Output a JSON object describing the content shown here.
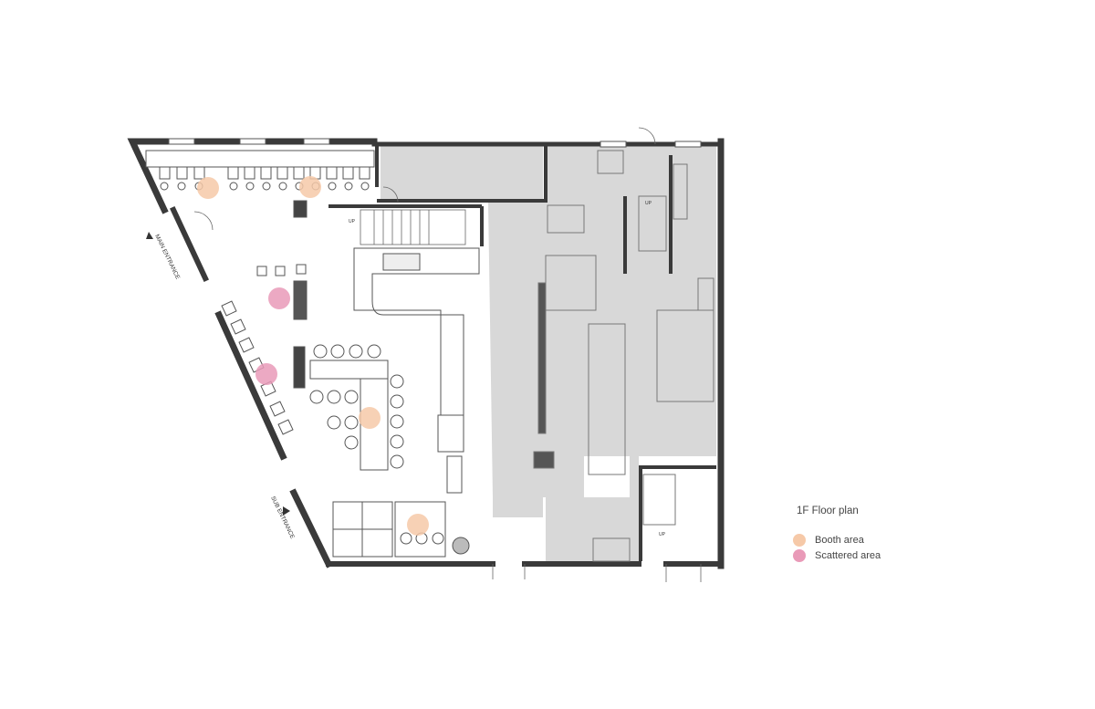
{
  "title": "1F  Floor plan",
  "legend": [
    {
      "label": "Booth area",
      "color": "#f6c9a8"
    },
    {
      "label": "Scattered area",
      "color": "#e99ab8"
    }
  ],
  "labels": {
    "main_entrance": "MAIN ENTRANCE",
    "sub_entrance": "SUB ENTRANCE",
    "up": "UP"
  },
  "colors": {
    "wall": "#3a3a3a",
    "back_of_house": "#d8d8d8",
    "line": "#555555"
  }
}
